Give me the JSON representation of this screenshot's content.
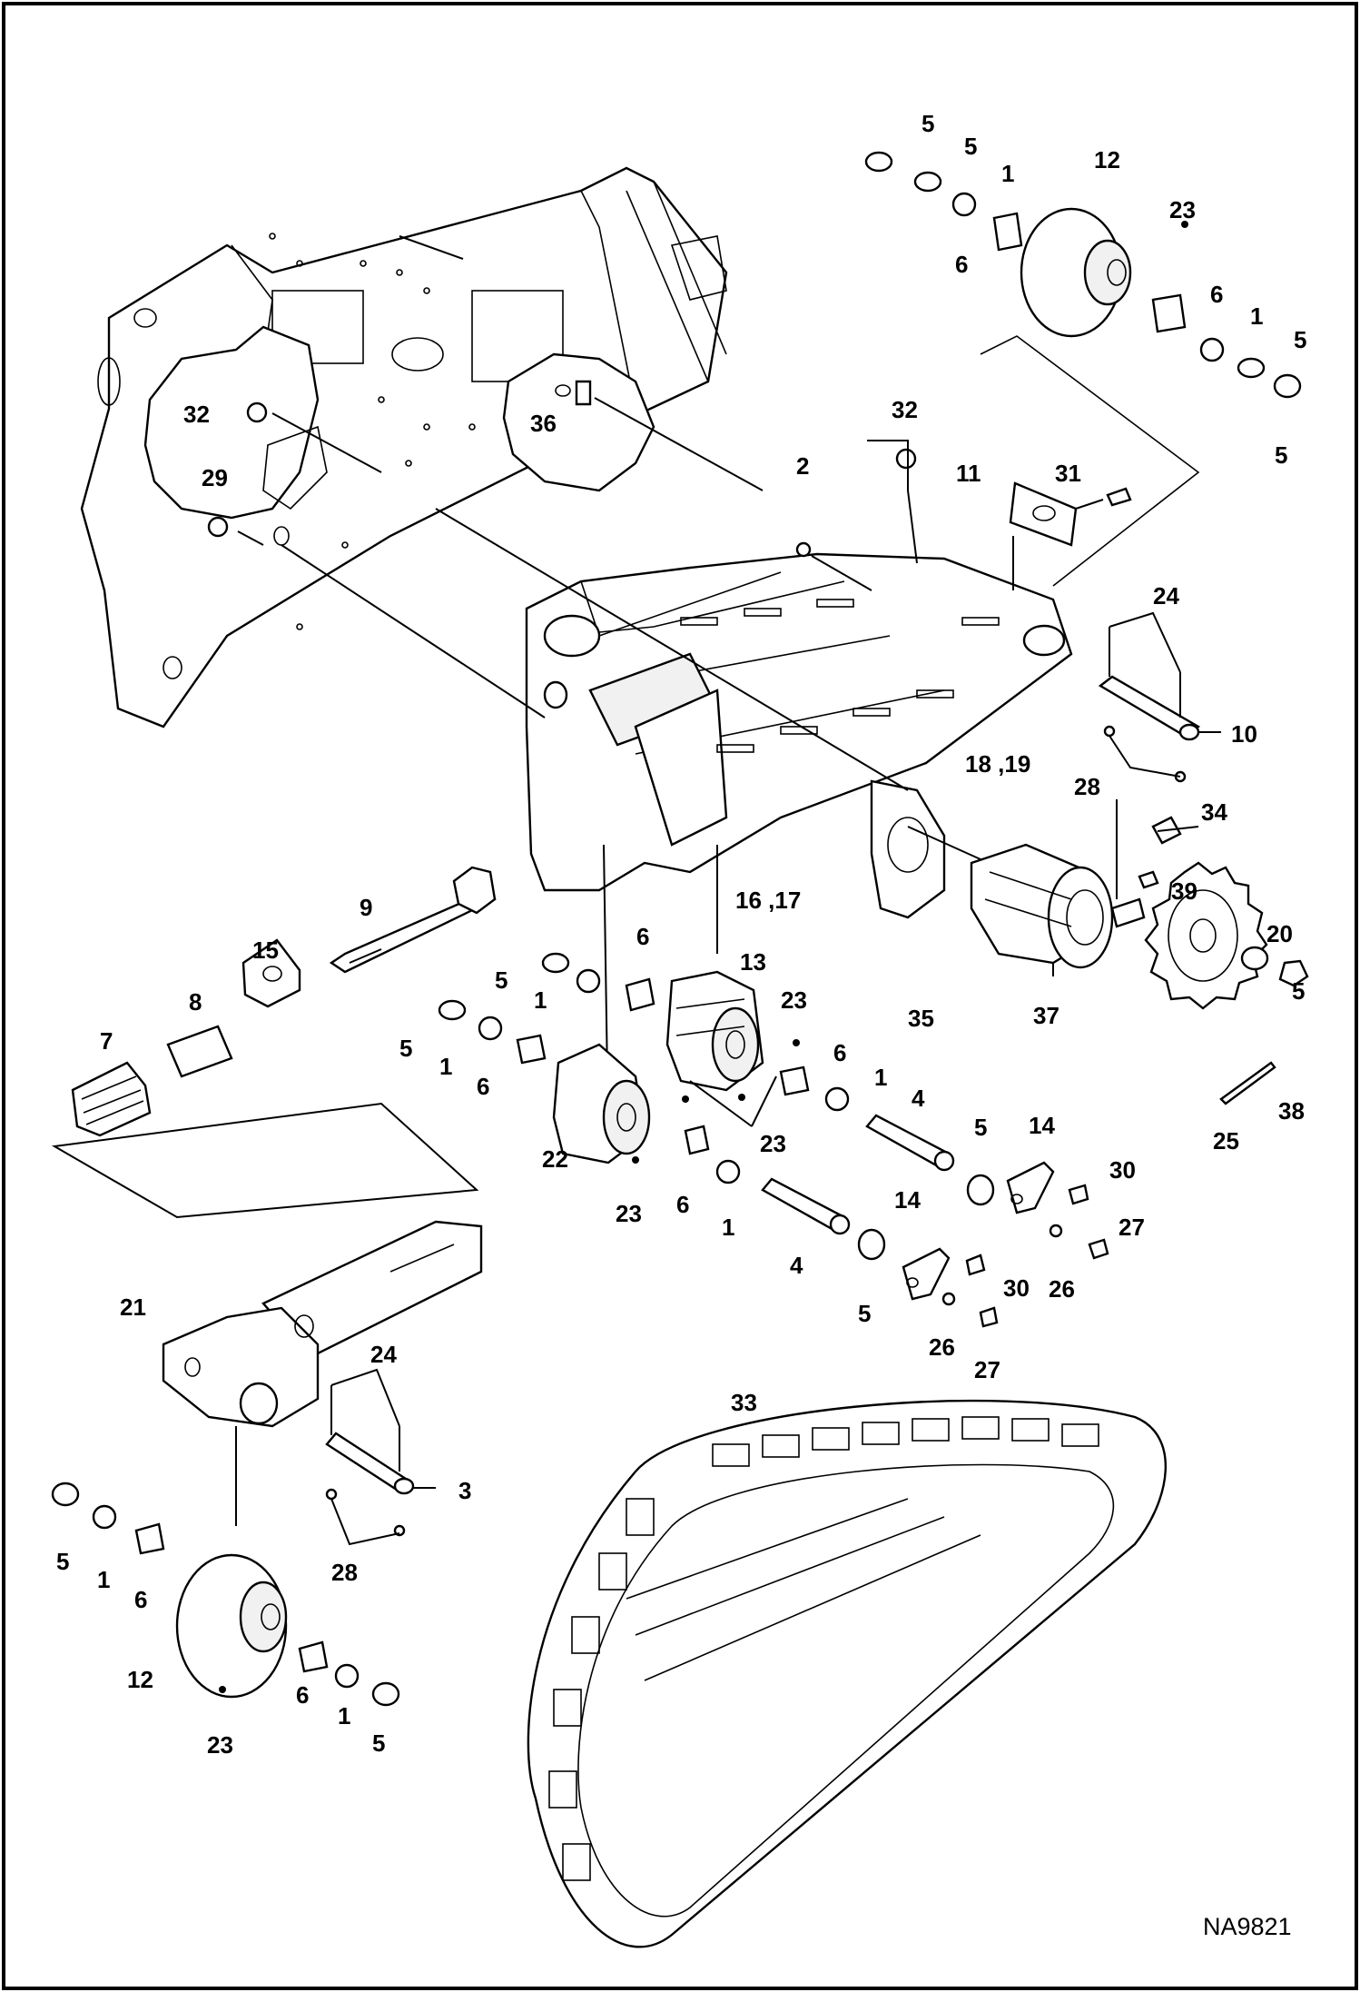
{
  "diagram": {
    "drawing_code": "NA9821",
    "labels": [
      {
        "id": "l5a",
        "text": "5"
      },
      {
        "id": "l5b",
        "text": "5"
      },
      {
        "id": "l1a",
        "text": "1"
      },
      {
        "id": "l12a",
        "text": "12"
      },
      {
        "id": "l23a",
        "text": "23"
      },
      {
        "id": "l6a",
        "text": "6"
      },
      {
        "id": "l6b",
        "text": "6"
      },
      {
        "id": "l1b",
        "text": "1"
      },
      {
        "id": "l5c",
        "text": "5"
      },
      {
        "id": "l5d",
        "text": "5"
      },
      {
        "id": "l32a",
        "text": "32"
      },
      {
        "id": "l36",
        "text": "36"
      },
      {
        "id": "l32b",
        "text": "32"
      },
      {
        "id": "l29",
        "text": "29"
      },
      {
        "id": "l2",
        "text": "2"
      },
      {
        "id": "l11",
        "text": "11"
      },
      {
        "id": "l31",
        "text": "31"
      },
      {
        "id": "l24a",
        "text": "24"
      },
      {
        "id": "l10",
        "text": "10"
      },
      {
        "id": "l28a",
        "text": "28"
      },
      {
        "id": "l1819",
        "text": "18 ,19"
      },
      {
        "id": "l34",
        "text": "34"
      },
      {
        "id": "l39",
        "text": "39"
      },
      {
        "id": "l1617",
        "text": "16 ,17"
      },
      {
        "id": "l20",
        "text": "20"
      },
      {
        "id": "l9",
        "text": "9"
      },
      {
        "id": "l15",
        "text": "15"
      },
      {
        "id": "l6c",
        "text": "6"
      },
      {
        "id": "l5e",
        "text": "5"
      },
      {
        "id": "l1c",
        "text": "1"
      },
      {
        "id": "l13",
        "text": "13"
      },
      {
        "id": "l23b",
        "text": "23"
      },
      {
        "id": "l35",
        "text": "35"
      },
      {
        "id": "l37",
        "text": "37"
      },
      {
        "id": "l5f",
        "text": "5"
      },
      {
        "id": "l8",
        "text": "8"
      },
      {
        "id": "l7",
        "text": "7"
      },
      {
        "id": "l5g",
        "text": "5"
      },
      {
        "id": "l1d",
        "text": "1"
      },
      {
        "id": "l6d",
        "text": "6"
      },
      {
        "id": "l6e",
        "text": "6"
      },
      {
        "id": "l1e",
        "text": "1"
      },
      {
        "id": "l4a",
        "text": "4"
      },
      {
        "id": "l38",
        "text": "38"
      },
      {
        "id": "l25",
        "text": "25"
      },
      {
        "id": "l22",
        "text": "22"
      },
      {
        "id": "l23c",
        "text": "23"
      },
      {
        "id": "l23d",
        "text": "23"
      },
      {
        "id": "l6f",
        "text": "6"
      },
      {
        "id": "l1f",
        "text": "1"
      },
      {
        "id": "l5h",
        "text": "5"
      },
      {
        "id": "l14a",
        "text": "14"
      },
      {
        "id": "l30a",
        "text": "30"
      },
      {
        "id": "l27a",
        "text": "27"
      },
      {
        "id": "l26a",
        "text": "26"
      },
      {
        "id": "l4b",
        "text": "4"
      },
      {
        "id": "l14b",
        "text": "14"
      },
      {
        "id": "l30b",
        "text": "30"
      },
      {
        "id": "l5i",
        "text": "5"
      },
      {
        "id": "l26b",
        "text": "26"
      },
      {
        "id": "l27b",
        "text": "27"
      },
      {
        "id": "l21",
        "text": "21"
      },
      {
        "id": "l24b",
        "text": "24"
      },
      {
        "id": "l3",
        "text": "3"
      },
      {
        "id": "l33",
        "text": "33"
      },
      {
        "id": "l5j",
        "text": "5"
      },
      {
        "id": "l1g",
        "text": "1"
      },
      {
        "id": "l6g",
        "text": "6"
      },
      {
        "id": "l28b",
        "text": "28"
      },
      {
        "id": "l12b",
        "text": "12"
      },
      {
        "id": "l23e",
        "text": "23"
      },
      {
        "id": "l6h",
        "text": "6"
      },
      {
        "id": "l1h",
        "text": "1"
      },
      {
        "id": "l5k",
        "text": "5"
      }
    ]
  }
}
